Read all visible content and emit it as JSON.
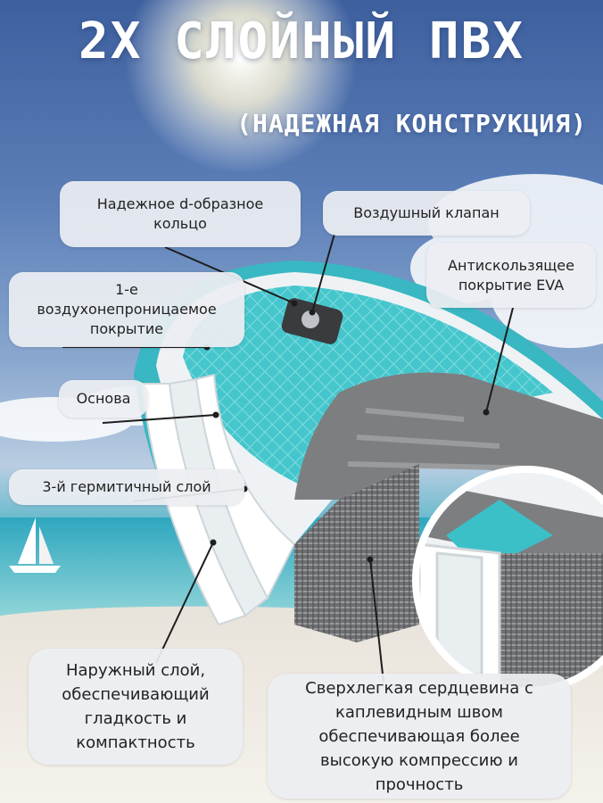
{
  "header": {
    "title": "2Х СЛОЙНЫЙ ПВХ",
    "subtitle": "(НАДЕЖНАЯ КОНСТРУКЦИЯ)"
  },
  "callouts": {
    "d_ring": "Надежное d-образное\nкольцо",
    "air_valve": "Воздушный клапан",
    "eva": "Антискользящее\nпокрытие EVA",
    "airtight": "1-е\nвоздухонепроницаемое\nпокрытие",
    "base": "Основа",
    "sealed_layer": "3-й гермитичный слой",
    "outer_layer": "Наружный слой,\nобеспечивающий\nгладкость и\nкомпактность",
    "core": "Сверхлегкая сердцевина с\nкаплевидным швом\nобеспечивающая более\nвысокую компрессию и\nпрочность"
  },
  "colors": {
    "accent_teal": "#3cc0c8",
    "deck_gray": "#7d7e80",
    "callout_bg": "#eceef2"
  }
}
